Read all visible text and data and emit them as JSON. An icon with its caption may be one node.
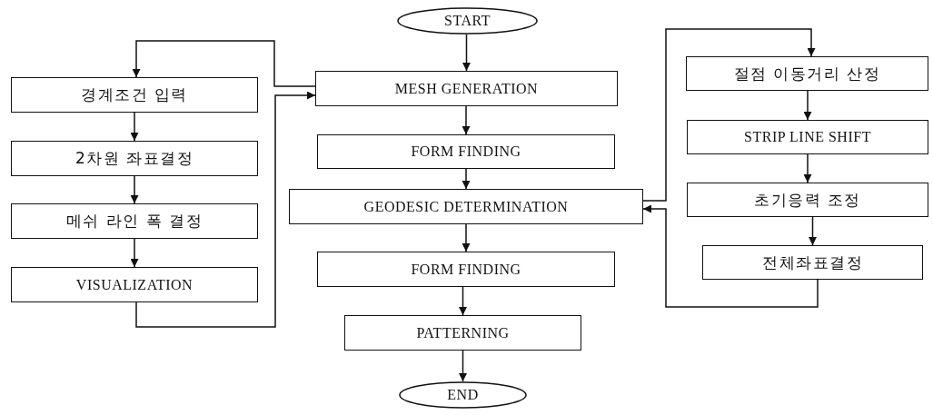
{
  "diagram": {
    "nodes": [
      {
        "text": [
          "START"
        ]
      },
      {
        "text": [
          "MESH GENERATION"
        ]
      },
      {
        "text": [
          "FORM FINDING"
        ]
      },
      {
        "text": [
          "GEODESIC DETERMINATION"
        ]
      },
      {
        "text": [
          "FORM FINDING"
        ]
      },
      {
        "text": [
          "PATTERNING"
        ]
      },
      {
        "text": [
          "END"
        ]
      },
      {
        "text": [
          "경계조건 입력"
        ]
      },
      {
        "text": [
          "2차원 좌표결정"
        ]
      },
      {
        "text": [
          "메쉬 라인 폭 결정"
        ]
      },
      {
        "text": [
          "VISUALIZATION"
        ]
      },
      {
        "text": [
          "절점 이동거리 산정"
        ]
      },
      {
        "text": [
          "STRIP LINE SHIFT"
        ]
      },
      {
        "text": [
          "초기응력 조정"
        ]
      },
      {
        "text": [
          "전체좌표결정"
        ]
      }
    ],
    "edges": [
      {
        "from": 0,
        "to": 1,
        "arrow": "to"
      },
      {
        "from": 1,
        "to": 2,
        "arrow": "to"
      },
      {
        "from": 2,
        "to": 3,
        "arrow": "to"
      },
      {
        "from": 3,
        "to": 4,
        "arrow": "to"
      },
      {
        "from": 4,
        "to": 5,
        "arrow": "to"
      },
      {
        "from": 5,
        "to": 6,
        "arrow": "to"
      },
      {
        "from": 1,
        "to": 7,
        "arrow": "to"
      },
      {
        "from": 7,
        "to": 8,
        "arrow": "to"
      },
      {
        "from": 8,
        "to": 9,
        "arrow": "to"
      },
      {
        "from": 9,
        "to": 10,
        "arrow": "to"
      },
      {
        "from": 10,
        "to": 1,
        "arrow": "to"
      },
      {
        "from": 3,
        "to": 11,
        "arrow": "to"
      },
      {
        "from": 11,
        "to": 12,
        "arrow": "to"
      },
      {
        "from": 12,
        "to": 13,
        "arrow": "to"
      },
      {
        "from": 13,
        "to": 14,
        "arrow": "to"
      },
      {
        "from": 14,
        "to": 3,
        "arrow": "to"
      }
    ]
  }
}
